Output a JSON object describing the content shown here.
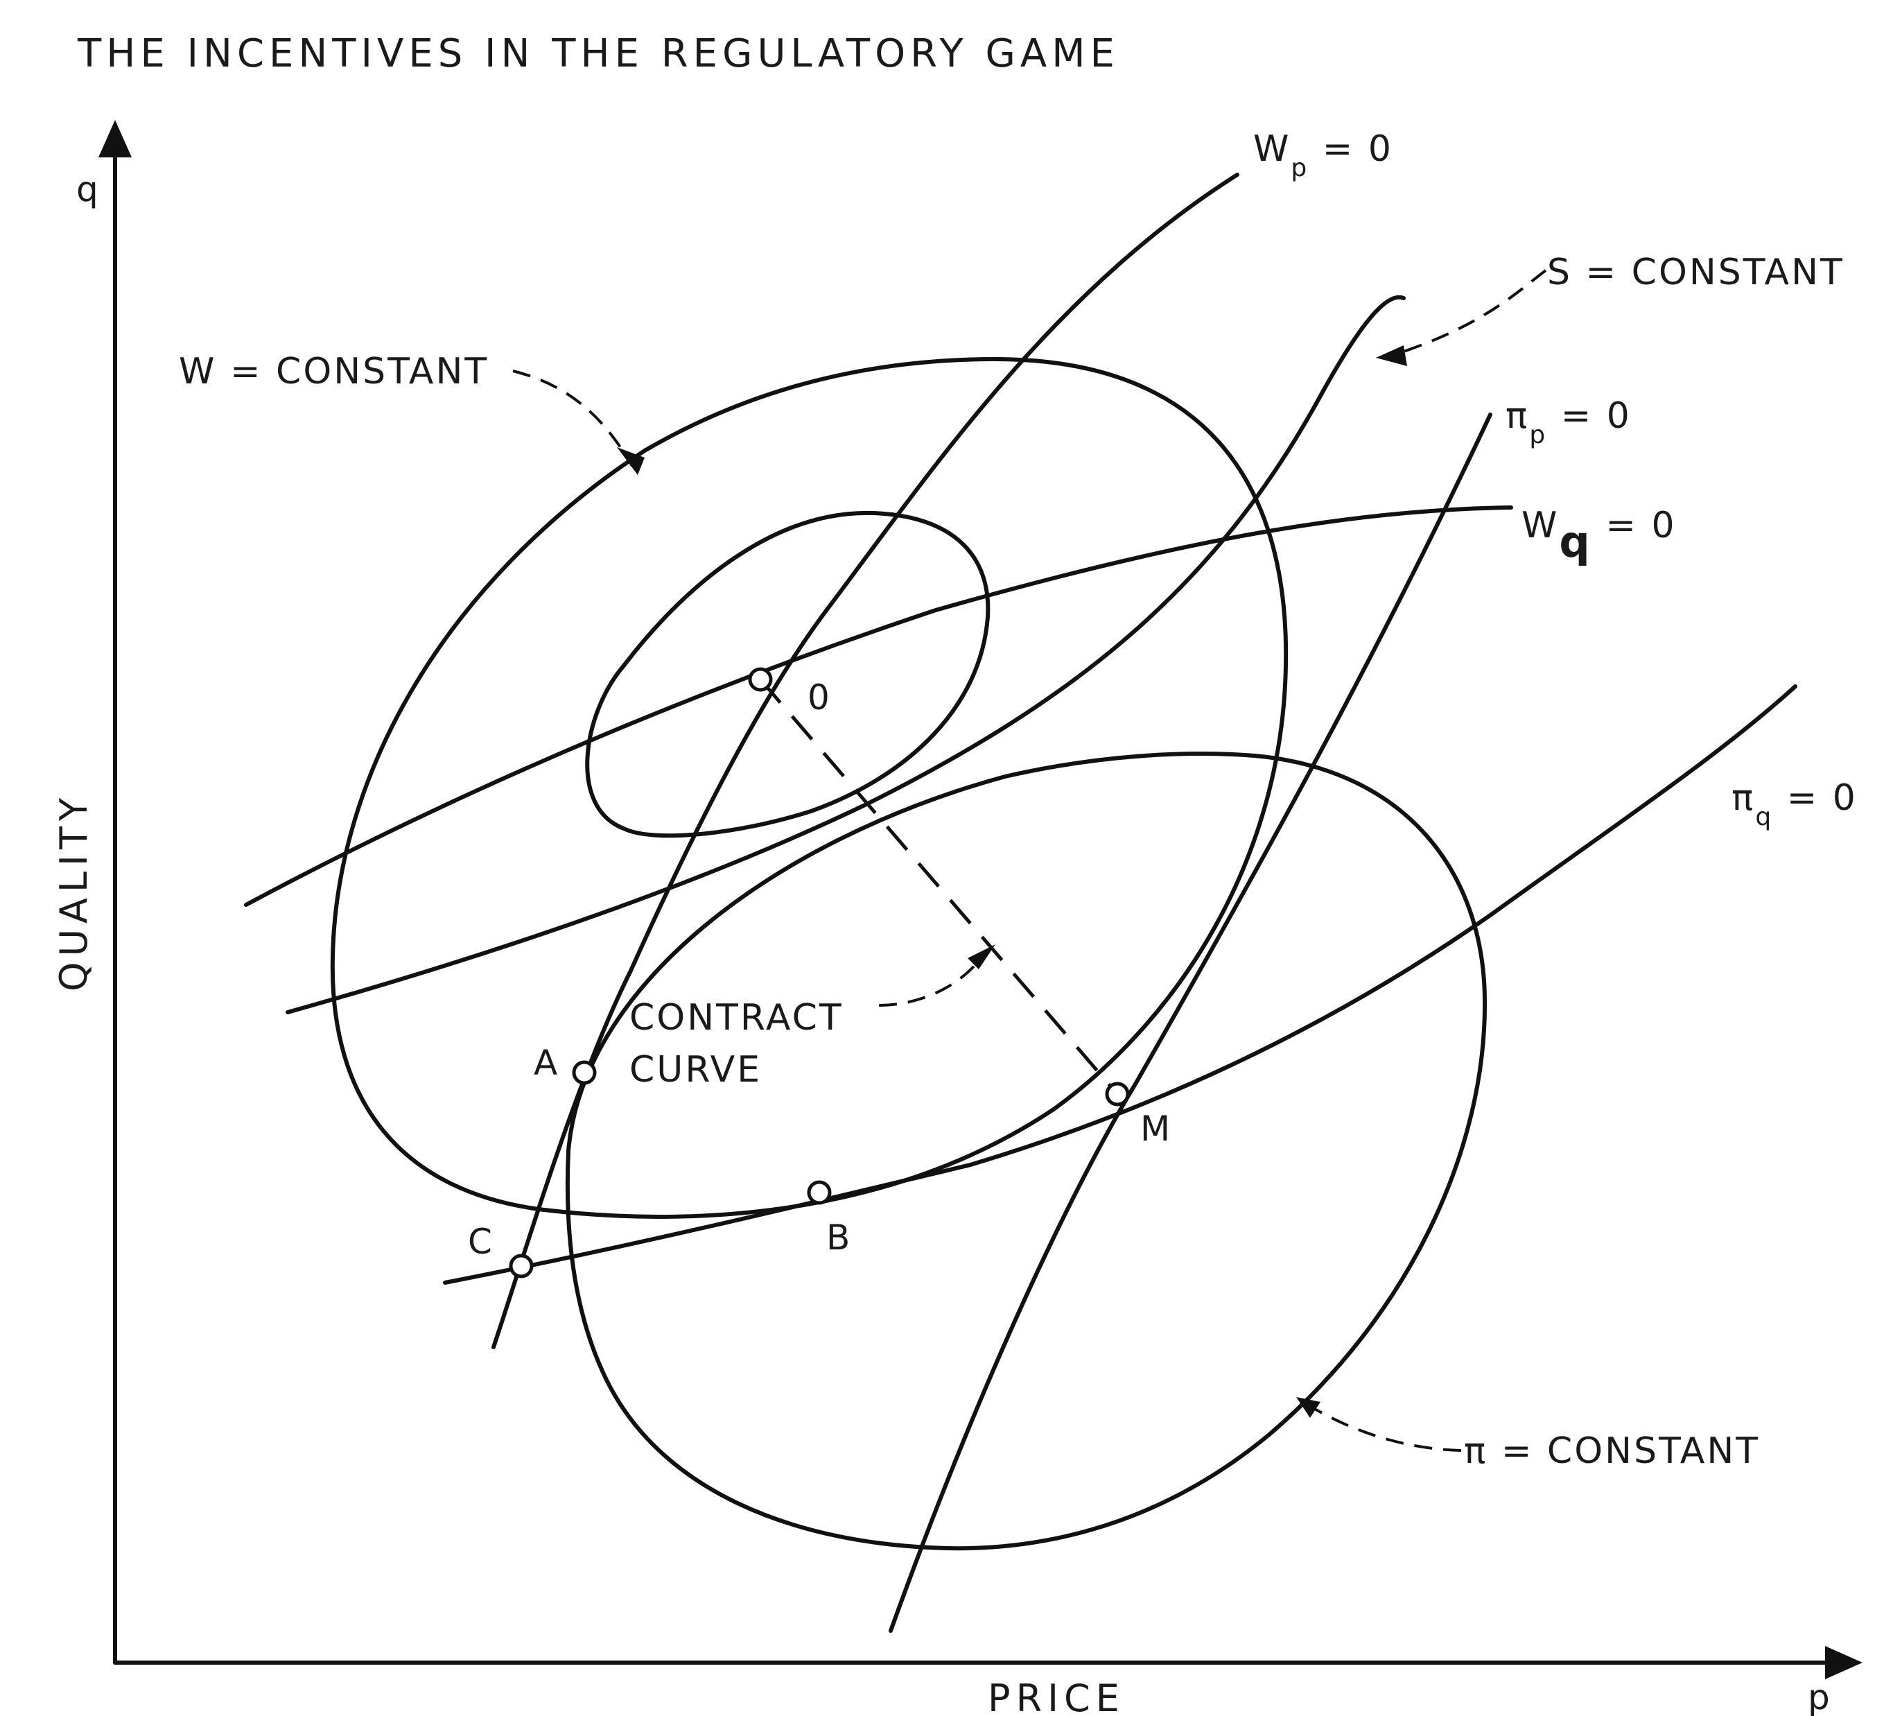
{
  "title": "THE INCENTIVES IN THE REGULATORY GAME",
  "axes": {
    "x_symbol": "p",
    "x_label": "PRICE",
    "y_symbol": "q",
    "y_label": "QUALITY"
  },
  "curve_labels": {
    "wp": {
      "main": "W",
      "sub": "p",
      "rest": " = 0"
    },
    "wq": {
      "main": "W",
      "sub": "q",
      "rest": " = 0"
    },
    "pip": {
      "main": "π",
      "sub": "p",
      "rest": " = 0"
    },
    "piq": {
      "main": "π",
      "sub": "q",
      "rest": " = 0"
    },
    "s_const": "S = CONSTANT",
    "w_const": "W = CONSTANT",
    "pi_const": "π = CONSTANT",
    "contract_line1": "CONTRACT",
    "contract_line2": "CURVE"
  },
  "points": {
    "O": "0",
    "A": "A",
    "B": "B",
    "C": "C",
    "M": "M"
  }
}
